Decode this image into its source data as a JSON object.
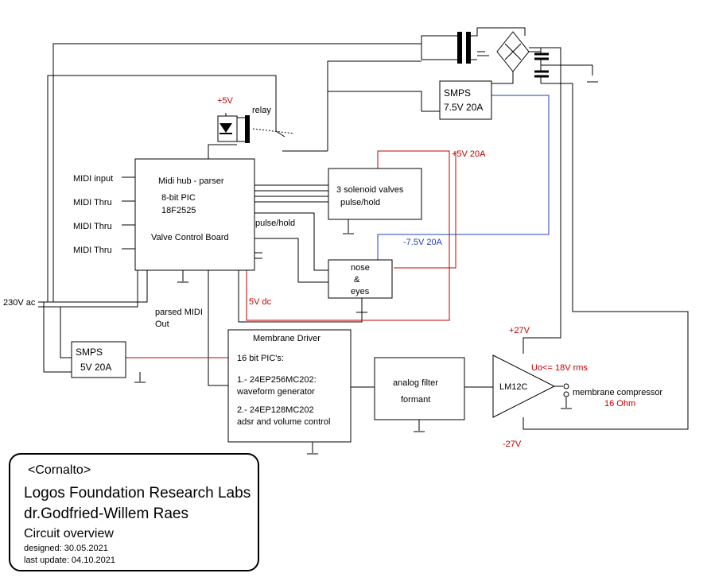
{
  "labels": {
    "plus5v_relay": "+5V",
    "relay": "relay",
    "smps_top_1": "SMPS",
    "smps_top_2": "7.5V 20A",
    "plus5v_20a": "+5V 20A",
    "minus75v": "-7.5V 20A",
    "midi_hub": "Midi hub - parser",
    "pic8": "8-bit PIC",
    "pic_model": "18F2525",
    "valve_board": "Valve Control Board",
    "midi_input": "MIDI input",
    "midi_thru_1": "MIDI Thru",
    "midi_thru_2": "MIDI Thru",
    "midi_thru_3": "MIDI Thru",
    "solenoid_1": "3 solenoid valves",
    "solenoid_2": "pulse/hold",
    "pulse_hold": "pulse/hold",
    "nose_1": "nose",
    "nose_2": "&",
    "nose_3": "eyes",
    "v230": "230V ac",
    "parsed_1": "parsed MIDI",
    "parsed_2": "Out",
    "five_v_dc": "5V dc",
    "smps_bot_1": "SMPS",
    "smps_bot_2": "5V 20A",
    "membrane_title": "Membrane Driver",
    "pic16": "16 bit PIC's:",
    "pic16_1a": "1.- 24EP256MC202:",
    "pic16_1b": "waveform generator",
    "pic16_2a": "2.- 24EP128MC202",
    "pic16_2b": "adsr and volume control",
    "filter_1": "analog filter",
    "filter_2": "formant",
    "plus27": "+27V",
    "minus27": "-27V",
    "uo": "Uo<= 18V rms",
    "amp": "LM12C",
    "compressor": "membrane compressor",
    "ohm": "16 Ohm"
  },
  "title_block": {
    "name": "<Cornalto>",
    "org": "Logos Foundation Research Labs",
    "author": "dr.Godfried-Willem Raes",
    "subject": "Circuit overview",
    "designed": "designed:  30.05.2021",
    "updated": "last update:    04.10.2021"
  }
}
